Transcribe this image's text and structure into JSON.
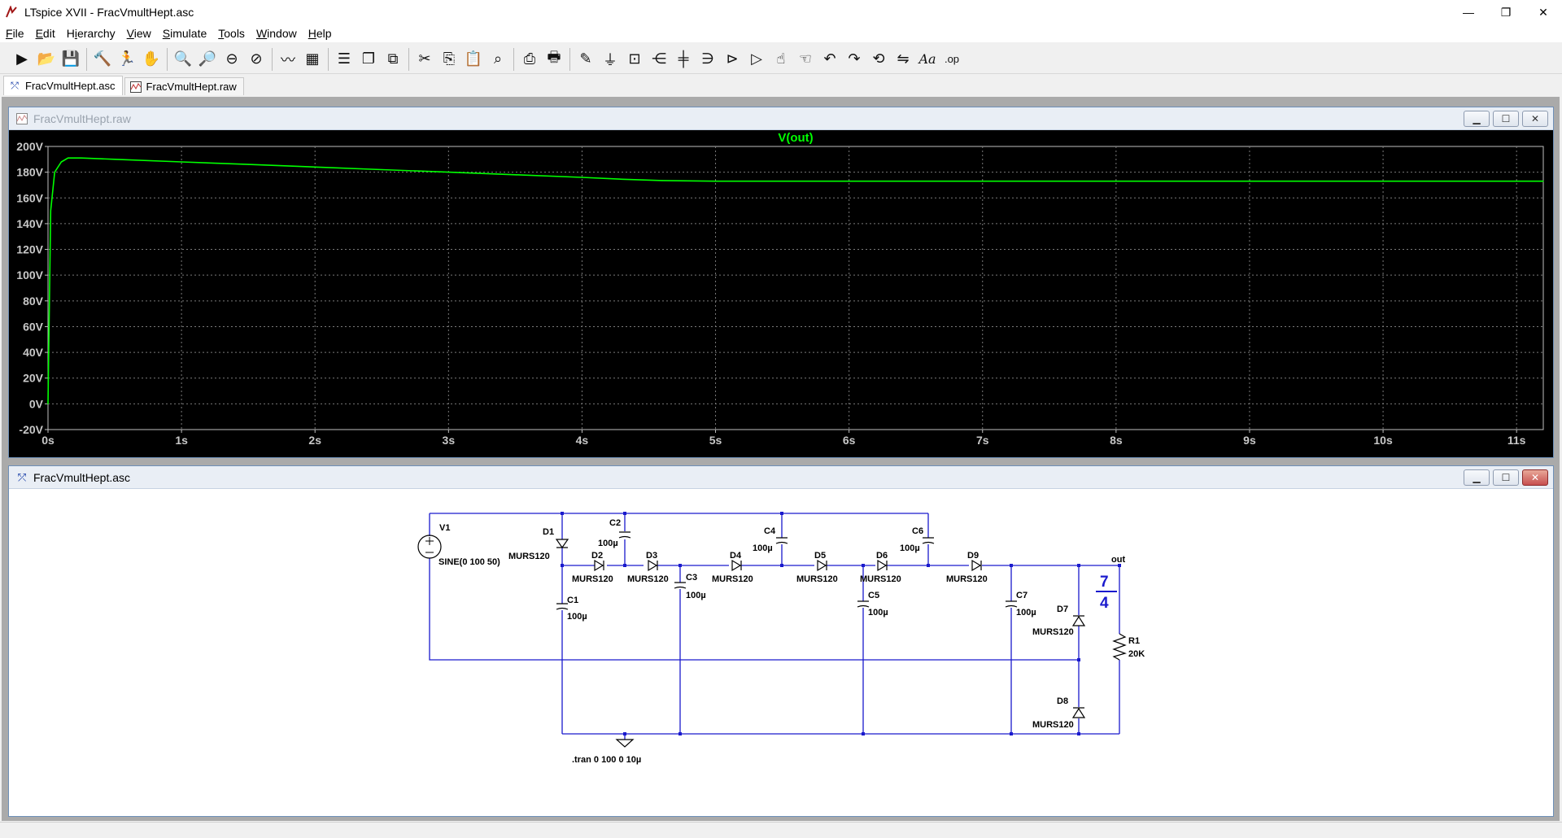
{
  "window": {
    "title": "LTspice XVII - FracVmultHept.asc"
  },
  "menu": [
    "File",
    "Edit",
    "Hierarchy",
    "View",
    "Simulate",
    "Tools",
    "Window",
    "Help"
  ],
  "menu_underline": [
    "F",
    "E",
    "i",
    "V",
    "S",
    "T",
    "W",
    "H"
  ],
  "toolbar_icons": [
    "run-icon",
    "open-icon",
    "save-icon",
    "control-panel-icon",
    "halt-icon",
    "pan-icon",
    "zoom-in-icon",
    "zoom-out-icon",
    "zoom-fit-icon",
    "zoom-cancel-icon",
    "autorange-icon",
    "grid-icon",
    "tile-horizontal-icon",
    "cascade-icon",
    "tile-vertical-icon",
    "cut-icon",
    "copy-icon",
    "paste-icon",
    "find-icon",
    "print-icon",
    "print-setup-icon",
    "wire-pencil-icon",
    "ground-icon",
    "label-net-icon",
    "resistor-icon",
    "capacitor-icon",
    "inductor-icon",
    "diode-icon",
    "component-icon",
    "move-icon",
    "drag-icon",
    "undo-icon",
    "redo-icon",
    "rotate-icon",
    "mirror-icon",
    "text-icon",
    "spice-directive-icon"
  ],
  "toolbar_text": {
    "text_icon": "Aa",
    "spice_icon": ".op"
  },
  "tabs": [
    {
      "label": "FracVmultHept.asc",
      "active": true
    },
    {
      "label": "FracVmultHept.raw",
      "active": false
    }
  ],
  "plot_window": {
    "title": "FracVmultHept.raw"
  },
  "schematic_window": {
    "title": "FracVmultHept.asc"
  },
  "chart_data": {
    "type": "line",
    "title": "V(out)",
    "xlabel": "",
    "ylabel": "",
    "xlim": [
      0,
      11.2
    ],
    "ylim": [
      -20,
      200
    ],
    "xticks": [
      "0s",
      "1s",
      "2s",
      "3s",
      "4s",
      "5s",
      "6s",
      "7s",
      "8s",
      "9s",
      "10s",
      "11s"
    ],
    "yticks": [
      "200V",
      "180V",
      "160V",
      "140V",
      "120V",
      "100V",
      "80V",
      "60V",
      "40V",
      "20V",
      "0V",
      "-20V"
    ],
    "grid": true,
    "series": [
      {
        "name": "V(out)",
        "color": "#00ff00",
        "x": [
          0,
          0.02,
          0.05,
          0.1,
          0.15,
          0.25,
          0.5,
          1,
          1.5,
          2,
          2.5,
          3,
          3.5,
          4,
          4.3,
          4.6,
          5,
          6,
          7,
          8,
          9,
          10,
          11.2
        ],
        "y": [
          0,
          150,
          180,
          188,
          191,
          191,
          190,
          188,
          186,
          184,
          182,
          180,
          178,
          176,
          174.5,
          173.5,
          173,
          173,
          173,
          173,
          173,
          173,
          173
        ]
      }
    ]
  },
  "schematic": {
    "labels": {
      "v1": "V1",
      "v1_value": "SINE(0 100 50)",
      "d1": "D1",
      "d1_model": "MURS120",
      "d2": "D2",
      "d2_model": "MURS120",
      "d3": "D3",
      "d3_model": "MURS120",
      "d4": "D4",
      "d4_model": "MURS120",
      "d5": "D5",
      "d5_model": "MURS120",
      "d6": "D6",
      "d6_model": "MURS120",
      "d7": "D7",
      "d7_model": "MURS120",
      "d8": "D8",
      "d8_model": "MURS120",
      "d9": "D9",
      "d9_model": "MURS120",
      "c1": "C1",
      "c1_value": "100µ",
      "c2": "C2",
      "c2_value": "100µ",
      "c3": "C3",
      "c3_value": "100µ",
      "c4": "C4",
      "c4_value": "100µ",
      "c5": "C5",
      "c5_value": "100µ",
      "c6": "C6",
      "c6_value": "100µ",
      "c7": "C7",
      "c7_value": "100µ",
      "r1": "R1",
      "r1_value": "20K",
      "net_out": "out",
      "ratio_num": "7",
      "ratio_den": "4",
      "directive": ".tran 0 100 0 10µ"
    }
  }
}
